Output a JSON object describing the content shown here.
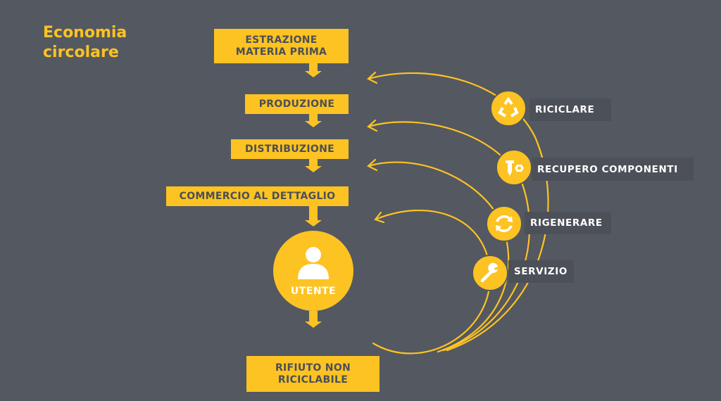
{
  "title": {
    "line1": "Economia",
    "line2": "circolare"
  },
  "flow": {
    "steps": [
      {
        "line1": "ESTRAZIONE",
        "line2": "MATERIA PRIMA"
      },
      {
        "label": "PRODUZIONE"
      },
      {
        "label": "DISTRIBUZIONE"
      },
      {
        "label": "COMMERCIO AL DETTAGLIO"
      }
    ],
    "user": {
      "label": "UTENTE",
      "icon": "user-icon"
    },
    "end": {
      "line1": "RIFIUTO NON",
      "line2": "RICICLABILE"
    }
  },
  "loops": [
    {
      "label": "RICICLARE",
      "icon": "recycle-icon"
    },
    {
      "label": "RECUPERO COMPONENTI",
      "icon": "screw-nut-icon"
    },
    {
      "label": "RIGENERARE",
      "icon": "refresh-icon"
    },
    {
      "label": "SERVIZIO",
      "icon": "wrench-icon"
    }
  ],
  "colors": {
    "background": "#545860",
    "accent": "#fdc323",
    "label_bg": "#4c5058"
  }
}
